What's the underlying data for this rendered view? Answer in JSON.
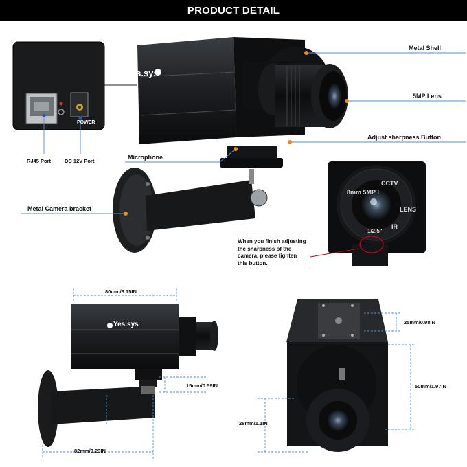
{
  "header": {
    "title": "PRODUCT DETAIL"
  },
  "brand": {
    "logo_text": "Yes.sys"
  },
  "callouts": {
    "metal_shell": "Metal Shell",
    "lens": "5MP Lens",
    "sharpness_button": "Adjust sharpness Button",
    "microphone": "Microphone",
    "bracket": "Metal Camera bracket",
    "rj45": "RJ45 Port",
    "dc": "DC 12V Port",
    "power": "POWER"
  },
  "lens_text": {
    "main": "8mm 5MP L",
    "cctv": "CCTV",
    "lens": "LENS",
    "ir": "IR",
    "aperture": "1/2.5\""
  },
  "note": {
    "text": "When you finish adjusting the sharpness of the camera, please tighten this button."
  },
  "dimensions": {
    "body_length": "80mm/3.15IN",
    "total_length": "82mm/3.23IN",
    "mount_height": "15mm/0.59IN",
    "top_plate": "25mm/0.98IN",
    "body_height": "50mm/1.97IN",
    "lens_offset": "28mm/1.1IN"
  },
  "colors": {
    "accent_orange": "#f08a1c",
    "guide_blue": "#4a90d9",
    "note_red": "#d0021b",
    "banner": "#000000"
  }
}
